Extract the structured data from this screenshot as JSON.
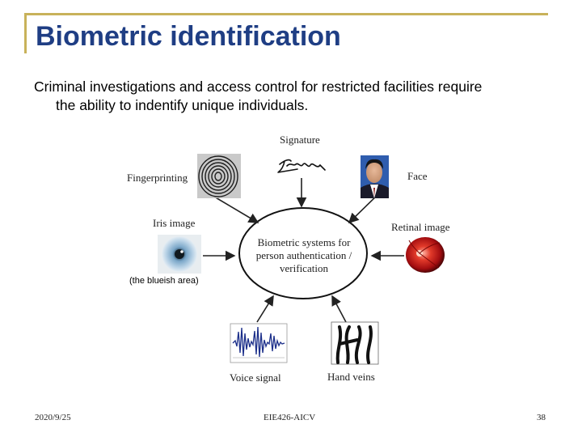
{
  "slide": {
    "title": "Biometric identification",
    "body_line1": "Criminal investigations and access control for restricted facilities require",
    "body_line2": "the ability to indentify unique individuals."
  },
  "diagram": {
    "center": [
      "Biometric systems for",
      "person authentication /",
      "verification"
    ],
    "signature_label": "Signature",
    "fingerprint_label": "Fingerprinting",
    "face_label": "Face",
    "iris_label": "Iris image",
    "retina_label": "Retinal image",
    "voice_label": "Voice signal",
    "veins_label": "Hand veins",
    "iris_note": "(the blueish area)"
  },
  "footer": {
    "date": "2020/9/25",
    "course": "EIE426-AICV",
    "page": "38"
  },
  "colors": {
    "title": "#1f3e84",
    "frame": "#c8b25a"
  }
}
